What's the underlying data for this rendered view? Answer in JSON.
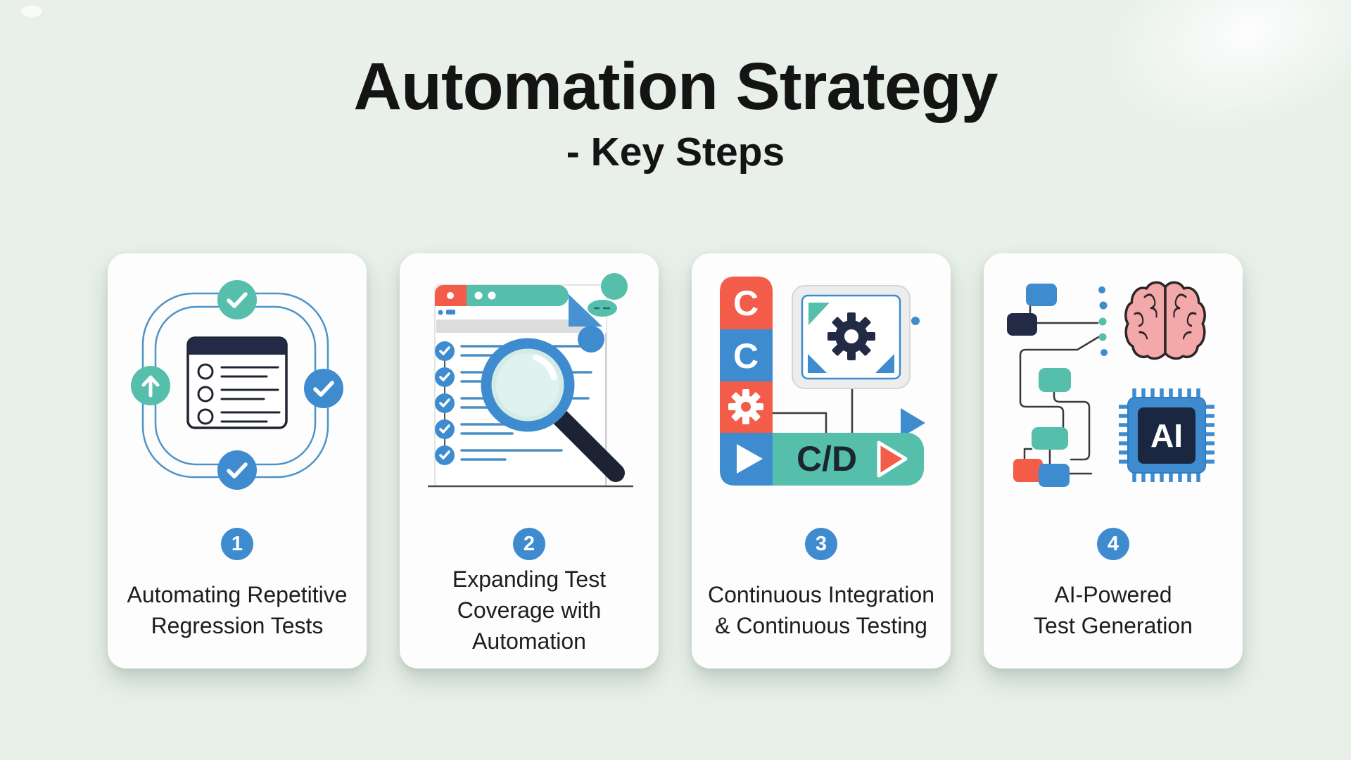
{
  "header": {
    "title": "Automation Strategy",
    "subtitle": "- Key Steps"
  },
  "colors": {
    "background": "#e8f0e9",
    "card": "#fdfdfd",
    "teal": "#56bfac",
    "blue": "#3e8ccf",
    "red": "#f25c49",
    "navy": "#232a45",
    "ink": "#1f2430",
    "pink": "#f3a8aa",
    "loop_stroke": "#4e93c8",
    "badge": "#3e8ccf",
    "text": "#1d1d1d"
  },
  "cards": [
    {
      "number": "1",
      "icon": "regression-loop-icon",
      "lines": [
        "Automating Repetitive",
        "Regression Tests"
      ]
    },
    {
      "number": "2",
      "icon": "magnifier-checklist-icon",
      "lines": [
        "Expanding Test",
        "Coverage with",
        "Automation"
      ]
    },
    {
      "number": "3",
      "icon": "ci-cd-pipeline-icon",
      "lines": [
        "Continuous Integration",
        "& Continuous Testing"
      ],
      "labels": {
        "c_top": "C",
        "c_mid": "C",
        "bar": "C/D"
      }
    },
    {
      "number": "4",
      "icon": "ai-chip-brain-icon",
      "lines": [
        "AI-Powered",
        "Test Generation"
      ],
      "labels": {
        "chip": "AI"
      }
    }
  ]
}
